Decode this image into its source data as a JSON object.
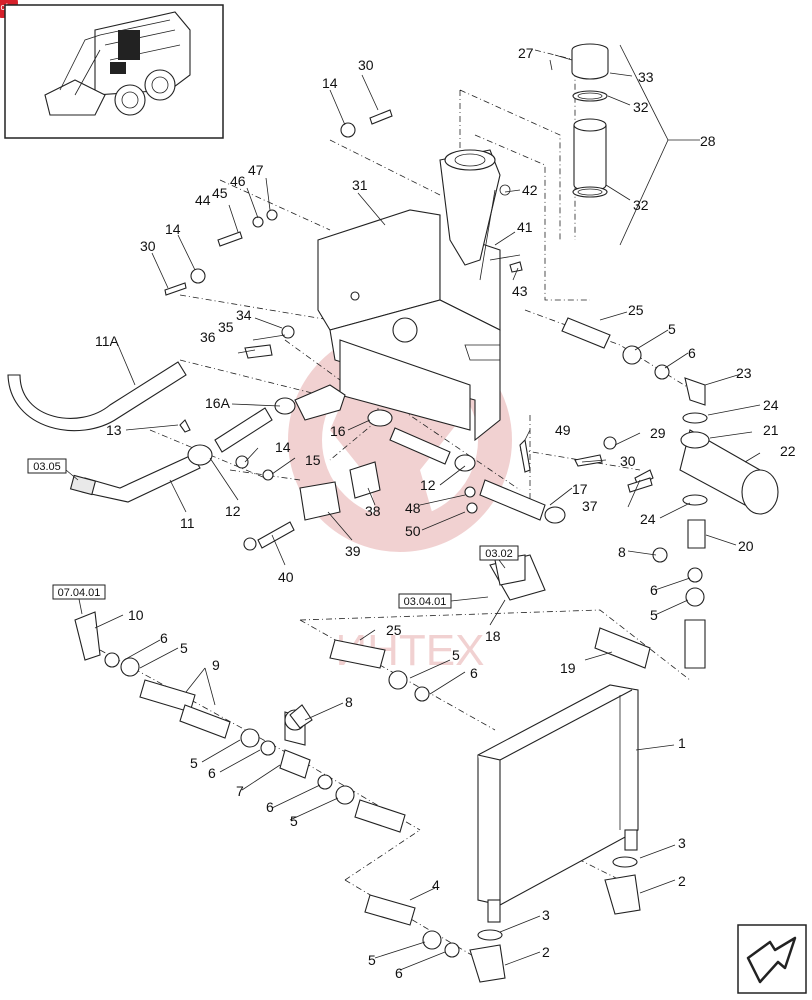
{
  "watermark": {
    "text": "ИНТЕХ",
    "color": "#e8b3b3"
  },
  "corner_badge": {
    "text": "cf",
    "color": "#d6212b"
  },
  "ref_boxes": [
    {
      "id": "ref-03-05",
      "text": "03.05"
    },
    {
      "id": "ref-03-02",
      "text": "03.02"
    },
    {
      "id": "ref-03-04-01",
      "text": "03.04.01"
    },
    {
      "id": "ref-07-04-01",
      "text": "07.04.01"
    }
  ],
  "callouts": [
    {
      "t": "27"
    },
    {
      "t": "33"
    },
    {
      "t": "32"
    },
    {
      "t": "28"
    },
    {
      "t": "32"
    },
    {
      "t": "30"
    },
    {
      "t": "14"
    },
    {
      "t": "47"
    },
    {
      "t": "46"
    },
    {
      "t": "45"
    },
    {
      "t": "44"
    },
    {
      "t": "31"
    },
    {
      "t": "42"
    },
    {
      "t": "41"
    },
    {
      "t": "43"
    },
    {
      "t": "14"
    },
    {
      "t": "30"
    },
    {
      "t": "25"
    },
    {
      "t": "5"
    },
    {
      "t": "6"
    },
    {
      "t": "34"
    },
    {
      "t": "35"
    },
    {
      "t": "36"
    },
    {
      "t": "11A"
    },
    {
      "t": "23"
    },
    {
      "t": "24"
    },
    {
      "t": "21"
    },
    {
      "t": "22"
    },
    {
      "t": "16A"
    },
    {
      "t": "16"
    },
    {
      "t": "13"
    },
    {
      "t": "14"
    },
    {
      "t": "15"
    },
    {
      "t": "49"
    },
    {
      "t": "29"
    },
    {
      "t": "30"
    },
    {
      "t": "12"
    },
    {
      "t": "17"
    },
    {
      "t": "11"
    },
    {
      "t": "12"
    },
    {
      "t": "38"
    },
    {
      "t": "48"
    },
    {
      "t": "50"
    },
    {
      "t": "37"
    },
    {
      "t": "24"
    },
    {
      "t": "20"
    },
    {
      "t": "39"
    },
    {
      "t": "40"
    },
    {
      "t": "8"
    },
    {
      "t": "6"
    },
    {
      "t": "5"
    },
    {
      "t": "10"
    },
    {
      "t": "6"
    },
    {
      "t": "5"
    },
    {
      "t": "25"
    },
    {
      "t": "18"
    },
    {
      "t": "5"
    },
    {
      "t": "6"
    },
    {
      "t": "9"
    },
    {
      "t": "19"
    },
    {
      "t": "8"
    },
    {
      "t": "1"
    },
    {
      "t": "5"
    },
    {
      "t": "6"
    },
    {
      "t": "7"
    },
    {
      "t": "6"
    },
    {
      "t": "5"
    },
    {
      "t": "3"
    },
    {
      "t": "2"
    },
    {
      "t": "4"
    },
    {
      "t": "3"
    },
    {
      "t": "5"
    },
    {
      "t": "6"
    },
    {
      "t": "2"
    }
  ]
}
